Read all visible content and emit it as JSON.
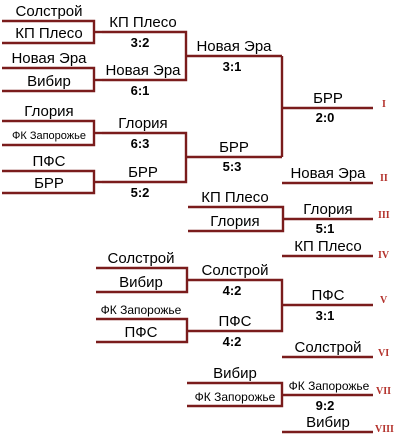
{
  "bracket": {
    "r1": {
      "m1": {
        "a": "Солстрой",
        "b": "КП Плесо"
      },
      "m2": {
        "a": "Новая Эра",
        "b": "Вибир"
      },
      "m3": {
        "a": "Глория",
        "b": "ФК Запорожье"
      },
      "m4": {
        "a": "ПФС",
        "b": "БРР"
      }
    },
    "r2": {
      "m1": {
        "winner": "КП Плесо",
        "score": "3:2"
      },
      "m2": {
        "winner": "Новая Эра",
        "score": "6:1"
      },
      "m3": {
        "winner": "Глория",
        "score": "6:3"
      },
      "m4": {
        "winner": "БРР",
        "score": "5:2"
      }
    },
    "semi": {
      "m1": {
        "winner": "Новая Эра",
        "score": "3:1"
      },
      "m2": {
        "winner": "БРР",
        "score": "5:3"
      }
    },
    "final": {
      "winner": "БРР",
      "score": "2:0",
      "place": "I"
    },
    "second": {
      "team": "Новая Эра",
      "place": "II"
    }
  },
  "third_place": {
    "a": "КП Плесо",
    "b": "Глория",
    "winner": "Глория",
    "score": "5:1",
    "place": "III",
    "loser": "КП Плесо",
    "loser_place": "IV"
  },
  "consolation": {
    "r1": {
      "m1": {
        "a": "Солстрой",
        "b": "Вибир"
      },
      "m2": {
        "a": "ФК Запорожье",
        "b": "ПФС"
      }
    },
    "r2": {
      "m1": {
        "winner": "Солстрой",
        "score": "4:2"
      },
      "m2": {
        "winner": "ПФС",
        "score": "4:2"
      }
    },
    "final": {
      "winner": "ПФС",
      "score": "3:1",
      "place": "V"
    },
    "sixth": {
      "team": "Солстрой",
      "place": "VI"
    }
  },
  "seventh_place": {
    "a": "Вибир",
    "b": "ФК Запорожье",
    "winner": "ФК Запорожье",
    "score": "9:2",
    "place": "VII",
    "loser": "Вибир",
    "loser_place": "VIII"
  }
}
